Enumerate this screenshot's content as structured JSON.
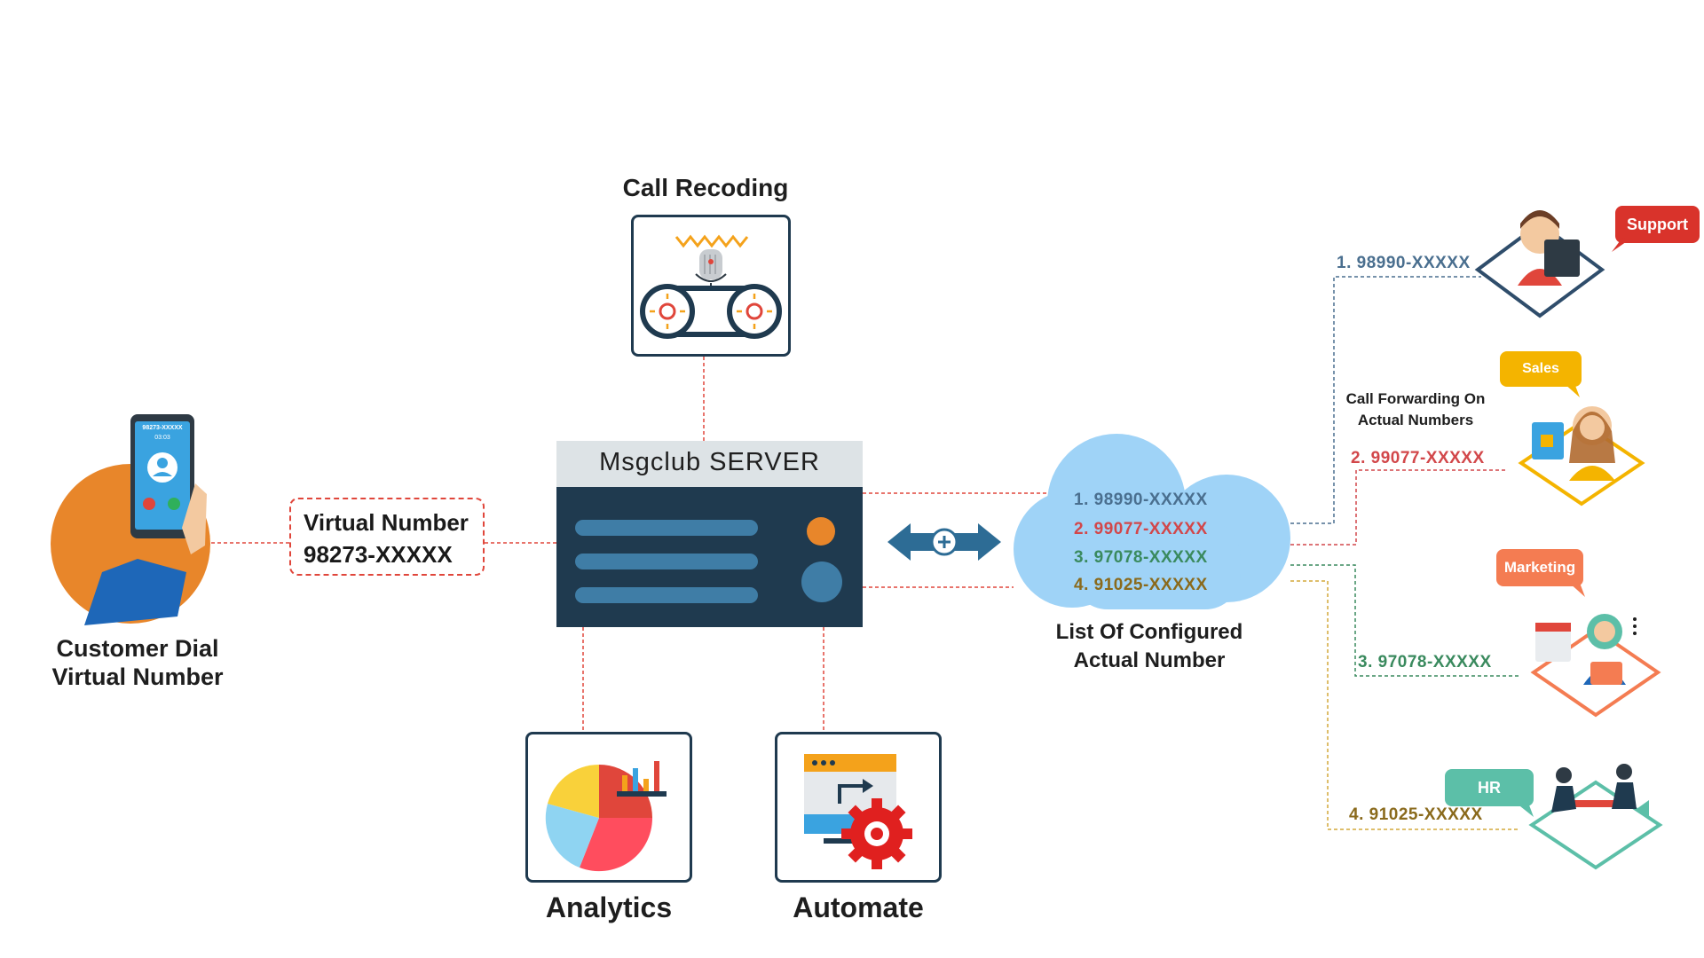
{
  "customer": {
    "label_line1": "Customer Dial",
    "label_line2": "Virtual Number",
    "phone_number": "98273-XXXXX",
    "call_time": "03:03"
  },
  "virtual_number": {
    "title": "Virtual Number",
    "number": "98273-XXXXX"
  },
  "server": {
    "title": "Msgclub SERVER"
  },
  "call_recording": {
    "label": "Call Recoding"
  },
  "analytics": {
    "label": "Analytics"
  },
  "automate": {
    "label": "Automate"
  },
  "cloud": {
    "numbers": [
      "1. 98990-XXXXX",
      "2. 99077-XXXXX",
      "3. 97078-XXXXX",
      "4. 91025-XXXXX"
    ],
    "caption_line1": "List Of Configured",
    "caption_line2": "Actual Number"
  },
  "forwarding": {
    "line1": "Call Forwarding On",
    "line2": "Actual Numbers"
  },
  "departments": [
    {
      "bubble": "Support",
      "number": "1. 98990-XXXXX",
      "bubble_color": "#d9332b",
      "number_color": "#4a6f8f",
      "line_color": "#4a6f8f",
      "base_color": "#2f4d6b"
    },
    {
      "bubble": "Sales",
      "number": "2. 99077-XXXXX",
      "bubble_color": "#f4b400",
      "number_color": "#d2474a",
      "line_color": "#d2474a",
      "base_color": "#f4b400"
    },
    {
      "bubble": "Marketing",
      "number": "3. 97078-XXXXX",
      "bubble_color": "#f47c52",
      "number_color": "#3a8a5e",
      "line_color": "#3a8a5e",
      "base_color": "#f47c52"
    },
    {
      "bubble": "HR",
      "number": "4. 91025-XXXXX",
      "bubble_color": "#5cbfa8",
      "number_color": "#8a6a1c",
      "line_color": "#d4a83a",
      "base_color": "#5cbfa8"
    }
  ],
  "colors": {
    "navy": "#1f3a4f",
    "red_dash": "#e0463b",
    "cloud": "#9fd3f7",
    "orange": "#e8862a"
  },
  "icons": [
    "phone-icon",
    "hand-icon",
    "user-avatar-icon",
    "microphone-icon",
    "tape-reel-icon",
    "pie-chart-icon",
    "bar-chart-icon",
    "gear-icon",
    "monitor-icon",
    "cloud-icon",
    "double-arrow-icon",
    "agent-headset-icon",
    "meeting-icon"
  ]
}
